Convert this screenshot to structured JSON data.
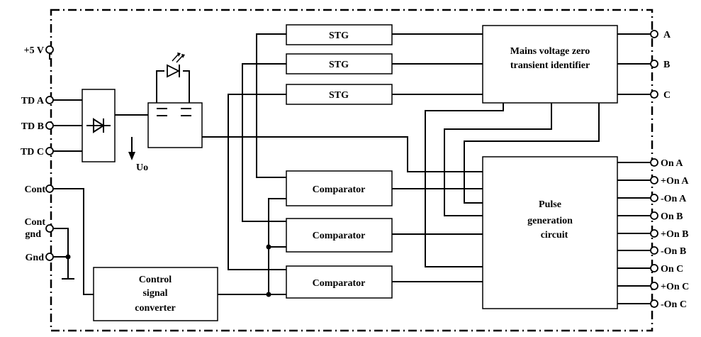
{
  "blocks": {
    "stg": [
      "STG",
      "STG",
      "STG"
    ],
    "comparator": [
      "Comparator",
      "Comparator",
      "Comparator"
    ],
    "mains_zero": [
      "Mains voltage zero",
      "transient identifier"
    ],
    "pulse_gen": [
      "Pulse",
      "generation",
      "circuit"
    ],
    "control": [
      "Control",
      "signal",
      "converter"
    ]
  },
  "inputs": {
    "plus5v": "+5 V",
    "tda": "TD A",
    "tdb": "TD B",
    "tdc": "TD C",
    "cont": "Cont",
    "contgnd_1": "Cont",
    "contgnd_2": "gnd",
    "gnd": "Gnd",
    "uo": "Uo"
  },
  "outputs": {
    "phase": [
      "A",
      "B",
      "C"
    ],
    "pulse": [
      "On A",
      "+On A",
      "-On A",
      "On B",
      "+On B",
      "-On B",
      "On C",
      "+On C",
      "-On C"
    ]
  }
}
